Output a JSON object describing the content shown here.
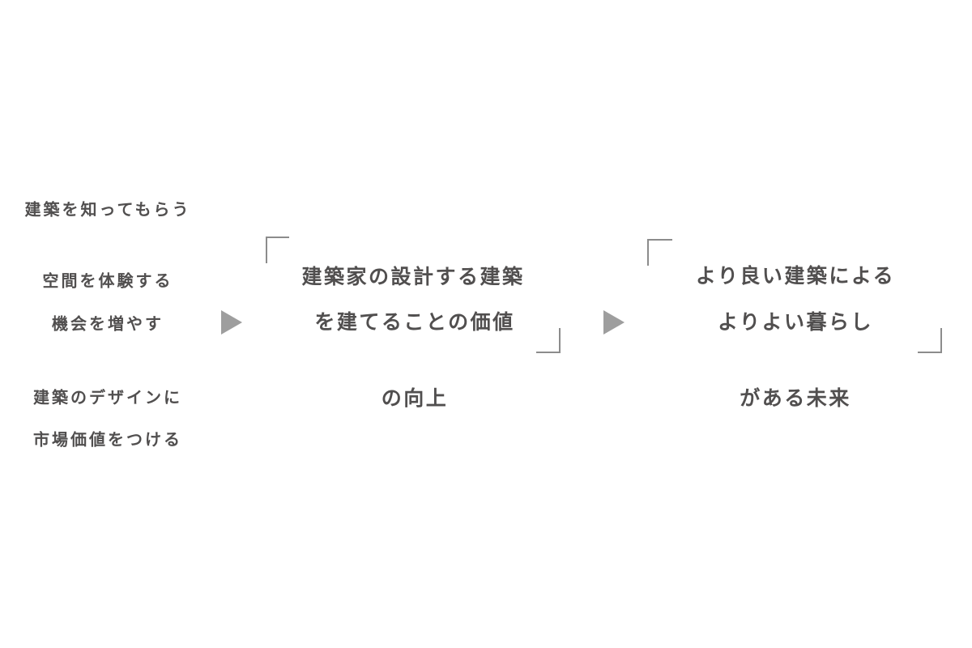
{
  "colors": {
    "background": "#ffffff",
    "text": "#514f4f",
    "bracket": "#8c8c8c",
    "arrow": "#9e9e9e"
  },
  "icons": {
    "arrow": "triangle-right"
  },
  "flow": {
    "sources": [
      {
        "lines": [
          "建築を知ってもらう"
        ]
      },
      {
        "lines": [
          "空間を体験する",
          "機会を増やす"
        ]
      },
      {
        "lines": [
          "建築のデザインに",
          "市場価値をつける"
        ]
      }
    ],
    "mission": {
      "quoted_lines": [
        "建築家の設計する建築",
        "を建てることの価値"
      ],
      "tail": "の向上"
    },
    "vision": {
      "quoted_lines": [
        "より良い建築による",
        "よりよい暮らし"
      ],
      "tail": "がある未来"
    }
  }
}
